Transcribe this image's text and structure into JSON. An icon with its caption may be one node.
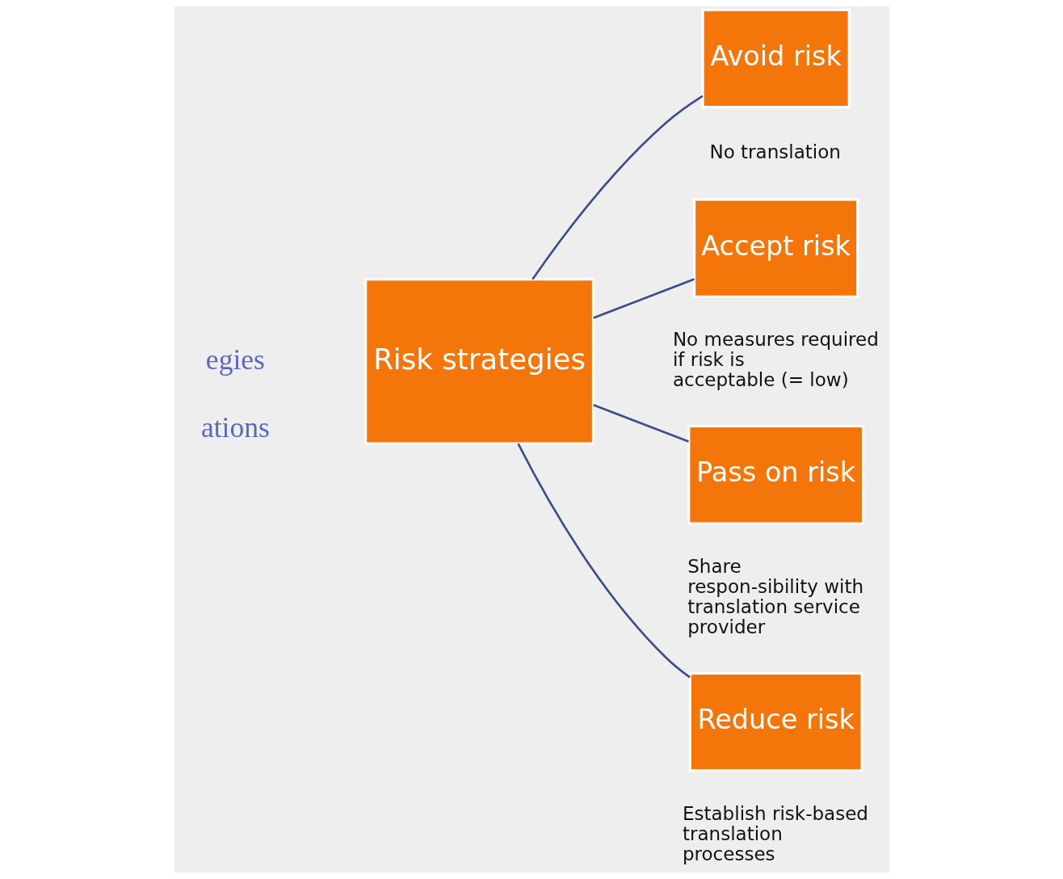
{
  "diagram": {
    "nodes": [
      {
        "text": [
          "Risk strategies"
        ]
      },
      {
        "text": [
          "Avoid risk"
        ],
        "beside": [
          "No translation"
        ]
      },
      {
        "text": [
          "Accept risk"
        ],
        "beside": [
          "No measures required if risk is acceptable (= low)"
        ]
      },
      {
        "text": [
          "Pass on risk"
        ],
        "beside": [
          "Share respon-sibility with translation service provider"
        ]
      },
      {
        "text": [
          "Reduce risk"
        ],
        "beside": [
          "Establish risk-based translation processes"
        ]
      }
    ],
    "edges": [
      {
        "from": 0,
        "to": 1,
        "arrow": "none"
      },
      {
        "from": 0,
        "to": 2,
        "arrow": "none"
      },
      {
        "from": 0,
        "to": 3,
        "arrow": "none"
      },
      {
        "from": 0,
        "to": 4,
        "arrow": "none"
      }
    ],
    "labels": [
      "egies",
      "ations"
    ]
  }
}
